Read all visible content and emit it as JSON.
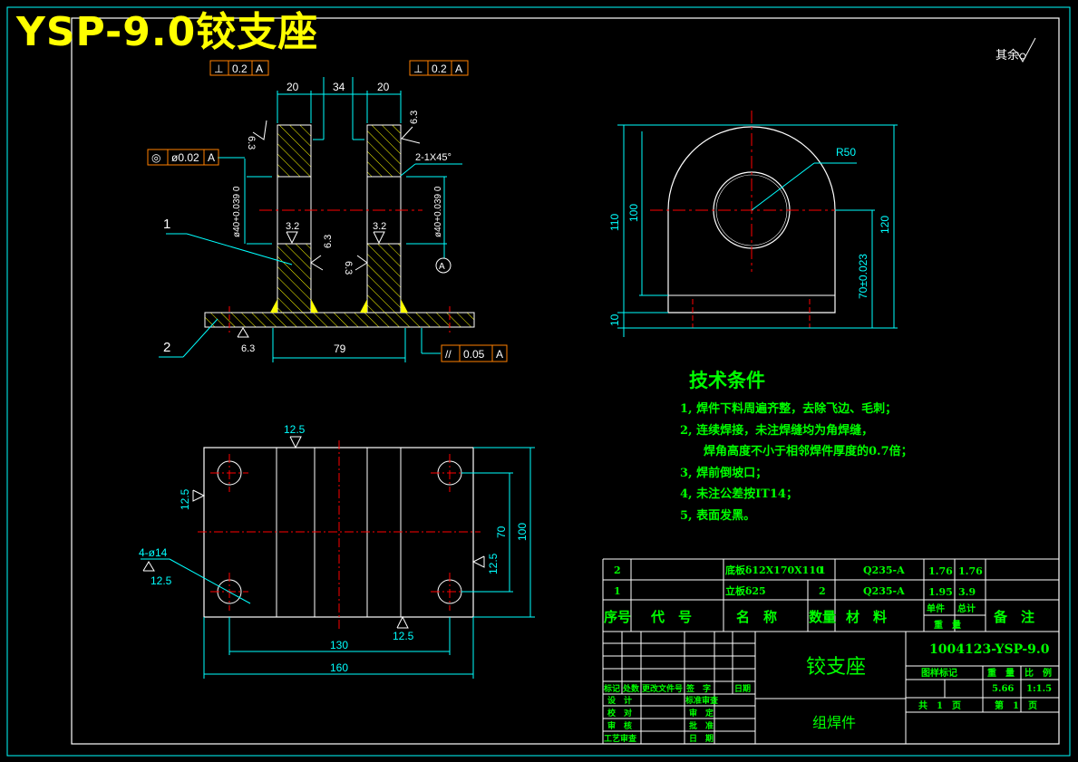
{
  "drawing": {
    "title": "YSP-9.0铰支座",
    "rough_mark_text": "其余"
  },
  "front_view": {
    "gdt_top_left": {
      "symbol": "⊥",
      "value": "0.2",
      "datum": "A"
    },
    "gdt_top_right": {
      "symbol": "⊥",
      "value": "0.2",
      "datum": "A"
    },
    "gdt_coax": {
      "symbol": "◎",
      "value": "ø0.02",
      "datum": "A"
    },
    "gdt_parallel": {
      "symbol": "//",
      "value": "0.05",
      "datum": "A"
    },
    "dim_left_width": "20",
    "dim_gap": "34",
    "dim_right_width": "20",
    "dim_bore_left": "ø40+0.039 0",
    "dim_bore_right": "ø40+0.039 0",
    "dim_base": "79",
    "chamfer": "2-1X45°",
    "roughness": [
      "6.3",
      "6.3",
      "3.2",
      "3.2",
      "6.3",
      "6.3",
      "6.3"
    ],
    "datum_label": "A",
    "part_callouts": [
      "1",
      "2"
    ]
  },
  "side_view": {
    "radius": "R50",
    "dim_110": "110",
    "dim_100": "100",
    "dim_120": "120",
    "dim_70": "70±0.023",
    "dim_10": "10"
  },
  "top_view": {
    "hole_note": "4-ø14",
    "roughness": [
      "12.5",
      "12.5",
      "12.5",
      "12.5",
      "12.5"
    ],
    "dim_130": "130",
    "dim_160": "160",
    "dim_70": "70",
    "dim_100": "100"
  },
  "tech_requirements": {
    "heading": "技术条件",
    "lines": [
      "1, 焊件下料周遍齐整，去除飞边、毛刺；",
      "2, 连续焊接，未注焊缝均为角焊缝，",
      "焊角高度不小于相邻焊件厚度的0.7倍；",
      "3, 焊前倒坡口；",
      "4, 未注公差按IT14；",
      "5, 表面发黑。"
    ]
  },
  "bom": {
    "rows": [
      {
        "no": "2",
        "name": "底板δ12X170X110",
        "qty": "1",
        "material": "Q235-A",
        "unit_weight": "1.76",
        "total_weight": "1.76"
      },
      {
        "no": "1",
        "name": "立板δ25",
        "qty": "2",
        "material": "Q235-A",
        "unit_weight": "1.95",
        "total_weight": "3.9"
      }
    ],
    "headers": {
      "no": "序号",
      "code": "代　号",
      "name": "名　称",
      "qty": "数量",
      "material": "材　料",
      "unit": "单件",
      "total": "总计",
      "weight": "重　量",
      "remark": "备　注"
    }
  },
  "title_block": {
    "part_name": "铰支座",
    "sub_name": "组焊件",
    "drawing_no": "1004123-YSP-9.0",
    "labels_row": [
      "图样标记",
      "重　量",
      "比　例"
    ],
    "weight": "5.66",
    "scale": "1:1.5",
    "sheets": "共　1　页",
    "sheet_no": "第　1　页",
    "rev_labels": [
      "标记",
      "处数",
      "更改文件号",
      "签　字",
      "日期"
    ],
    "sign_labels": [
      "设　计",
      "校　对",
      "审　核",
      "工艺审查"
    ],
    "approve_labels": [
      "标准审查",
      "审　定",
      "批　准",
      "日　期"
    ]
  },
  "colors": {
    "frame": "#00ffff",
    "outline": "#ffffff",
    "dimension": "#00ffff",
    "hatch": "#ffff00",
    "centerline": "#ff0000",
    "text_green": "#00ff00",
    "gdt_frame": "#ff8000"
  }
}
